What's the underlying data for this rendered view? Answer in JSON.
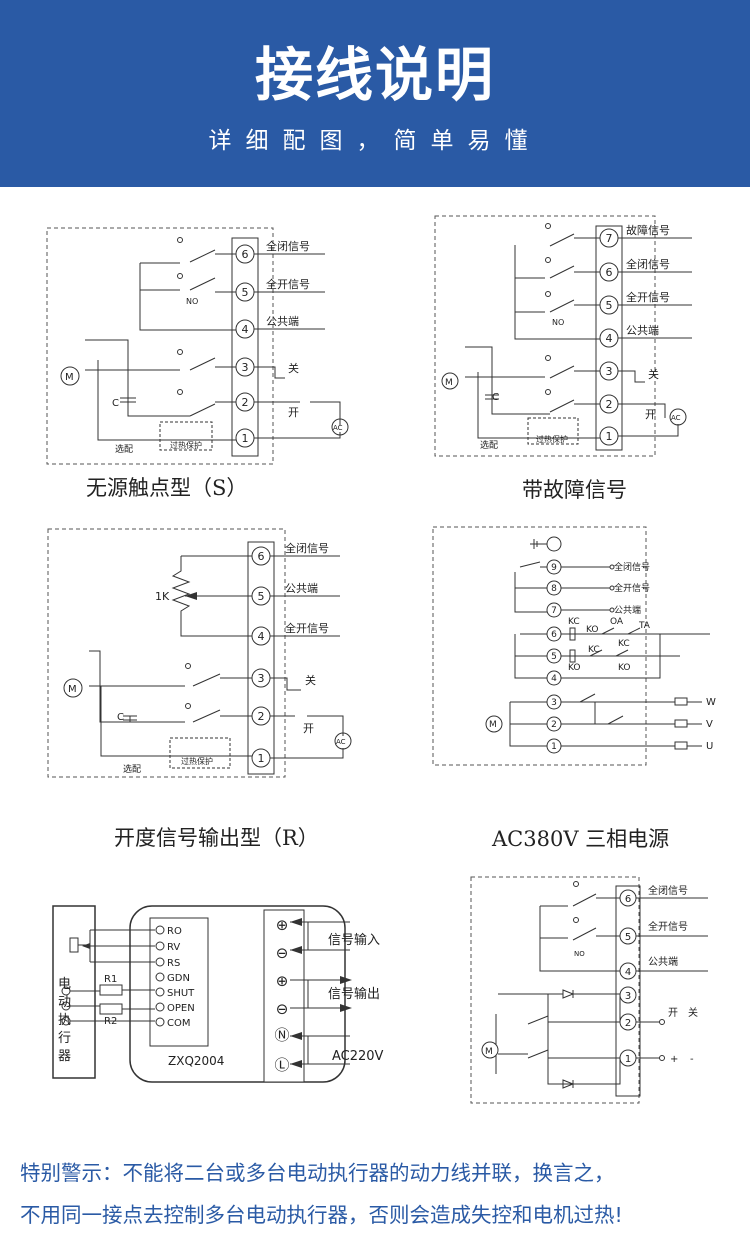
{
  "header": {
    "title": "接线说明",
    "subtitle": "详细配图，简单易懂"
  },
  "captions": {
    "s_type": "无源触点型（S）",
    "fault": "带故障信号",
    "r_type": "开度信号输出型（R）",
    "ac380": "AC380V 三相电源"
  },
  "labels": {
    "closed_signal": "全闭信号",
    "open_signal": "全开信号",
    "common": "公共端",
    "fault_signal": "故障信号",
    "no": "NO",
    "close": "关",
    "open": "开",
    "ac": "AC",
    "motor": "M",
    "cap": "C",
    "select": "选配",
    "thermal": "过热保护",
    "pot": "1K",
    "kc": "KC",
    "ko": "KO",
    "oa": "OA",
    "ta": "TA",
    "w": "W",
    "v": "V",
    "u": "U",
    "plus": "+",
    "minus": "-",
    "open_close": "开　关",
    "terminals": [
      "1",
      "2",
      "3",
      "4",
      "5",
      "6",
      "7",
      "8",
      "9"
    ]
  },
  "controller": {
    "actuator": "电动执行器",
    "r1": "R1",
    "r2": "R2",
    "model": "ZXQ2004",
    "pins": [
      "RO",
      "RV",
      "RS",
      "GDN",
      "SHUT",
      "OPEN",
      "COM"
    ],
    "signal_in": "信号输入",
    "signal_out": "信号输出",
    "power": "AC220V",
    "term_symbols": [
      "⊕",
      "⊖",
      "⊕",
      "⊖",
      "Ⓝ",
      "Ⓛ"
    ]
  },
  "warning": {
    "line1": "特别警示：不能将二台或多台电动执行器的动力线并联，换言之，",
    "line2": "不用同一接点去控制多台电动执行器，否则会造成失控和电机过热!"
  },
  "colors": {
    "header_bg": "#2a5aa5",
    "warning_text": "#2a5aa5"
  }
}
